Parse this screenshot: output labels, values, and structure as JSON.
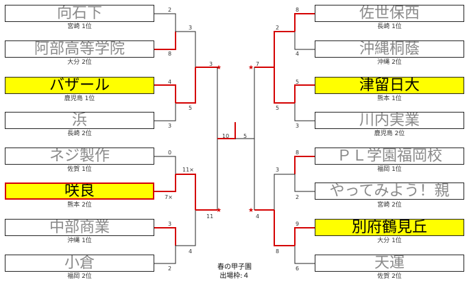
{
  "left_teams": [
    {
      "name": "向石下",
      "sub": "宮崎 1位",
      "seed": "2",
      "highlight": false
    },
    {
      "name": "阿部高等学院",
      "sub": "大分 2位",
      "seed": "8",
      "highlight": false
    },
    {
      "name": "バザール",
      "sub": "鹿児島 1位",
      "seed": "4",
      "highlight": true
    },
    {
      "name": "浜",
      "sub": "長崎 2位",
      "seed": "3",
      "highlight": false
    },
    {
      "name": "ネジ製作",
      "sub": "佐賀 1位",
      "seed": "0",
      "highlight": false
    },
    {
      "name": "咲良",
      "sub": "熊本 2位",
      "seed": "7×",
      "highlight": true
    },
    {
      "name": "中部商業",
      "sub": "沖縄 1位",
      "seed": "3",
      "highlight": false
    },
    {
      "name": "小倉",
      "sub": "福岡 2位",
      "seed": "2",
      "highlight": false
    }
  ],
  "right_teams": [
    {
      "name": "佐世保西",
      "sub": "長崎 1位",
      "seed": "8",
      "highlight": false
    },
    {
      "name": "沖縄桐蔭",
      "sub": "沖縄 2位",
      "seed": "4",
      "highlight": false
    },
    {
      "name": "津留日大",
      "sub": "熊本 1位",
      "seed": "5",
      "highlight": true
    },
    {
      "name": "川内実業",
      "sub": "鹿児島 2位",
      "seed": "3",
      "highlight": false
    },
    {
      "name": "ＰＬ学園福岡校",
      "sub": "福岡 1位",
      "seed": "8",
      "highlight": false
    },
    {
      "name": "やってみよう！親",
      "sub": "宮崎 2位",
      "seed": "2",
      "highlight": false
    },
    {
      "name": "別府鶴見丘",
      "sub": "大分 1位",
      "seed": "9",
      "highlight": true
    },
    {
      "name": "天運",
      "sub": "佐賀 2位",
      "seed": "6",
      "highlight": false
    }
  ],
  "round2": {
    "left": [
      "3",
      "5",
      "11×",
      "4"
    ],
    "right": [
      "2",
      "5",
      "3",
      "8"
    ]
  },
  "round3": {
    "left": [
      "3",
      "11"
    ],
    "right": [
      "7",
      "4"
    ]
  },
  "final": {
    "left": "10",
    "right": "5"
  },
  "footer": {
    "line1": "春の甲子園",
    "line2": "出場枠:４"
  },
  "colors": {
    "winner_line": "#d40000",
    "line": "#222222",
    "highlight_fill": "#ffff00"
  }
}
